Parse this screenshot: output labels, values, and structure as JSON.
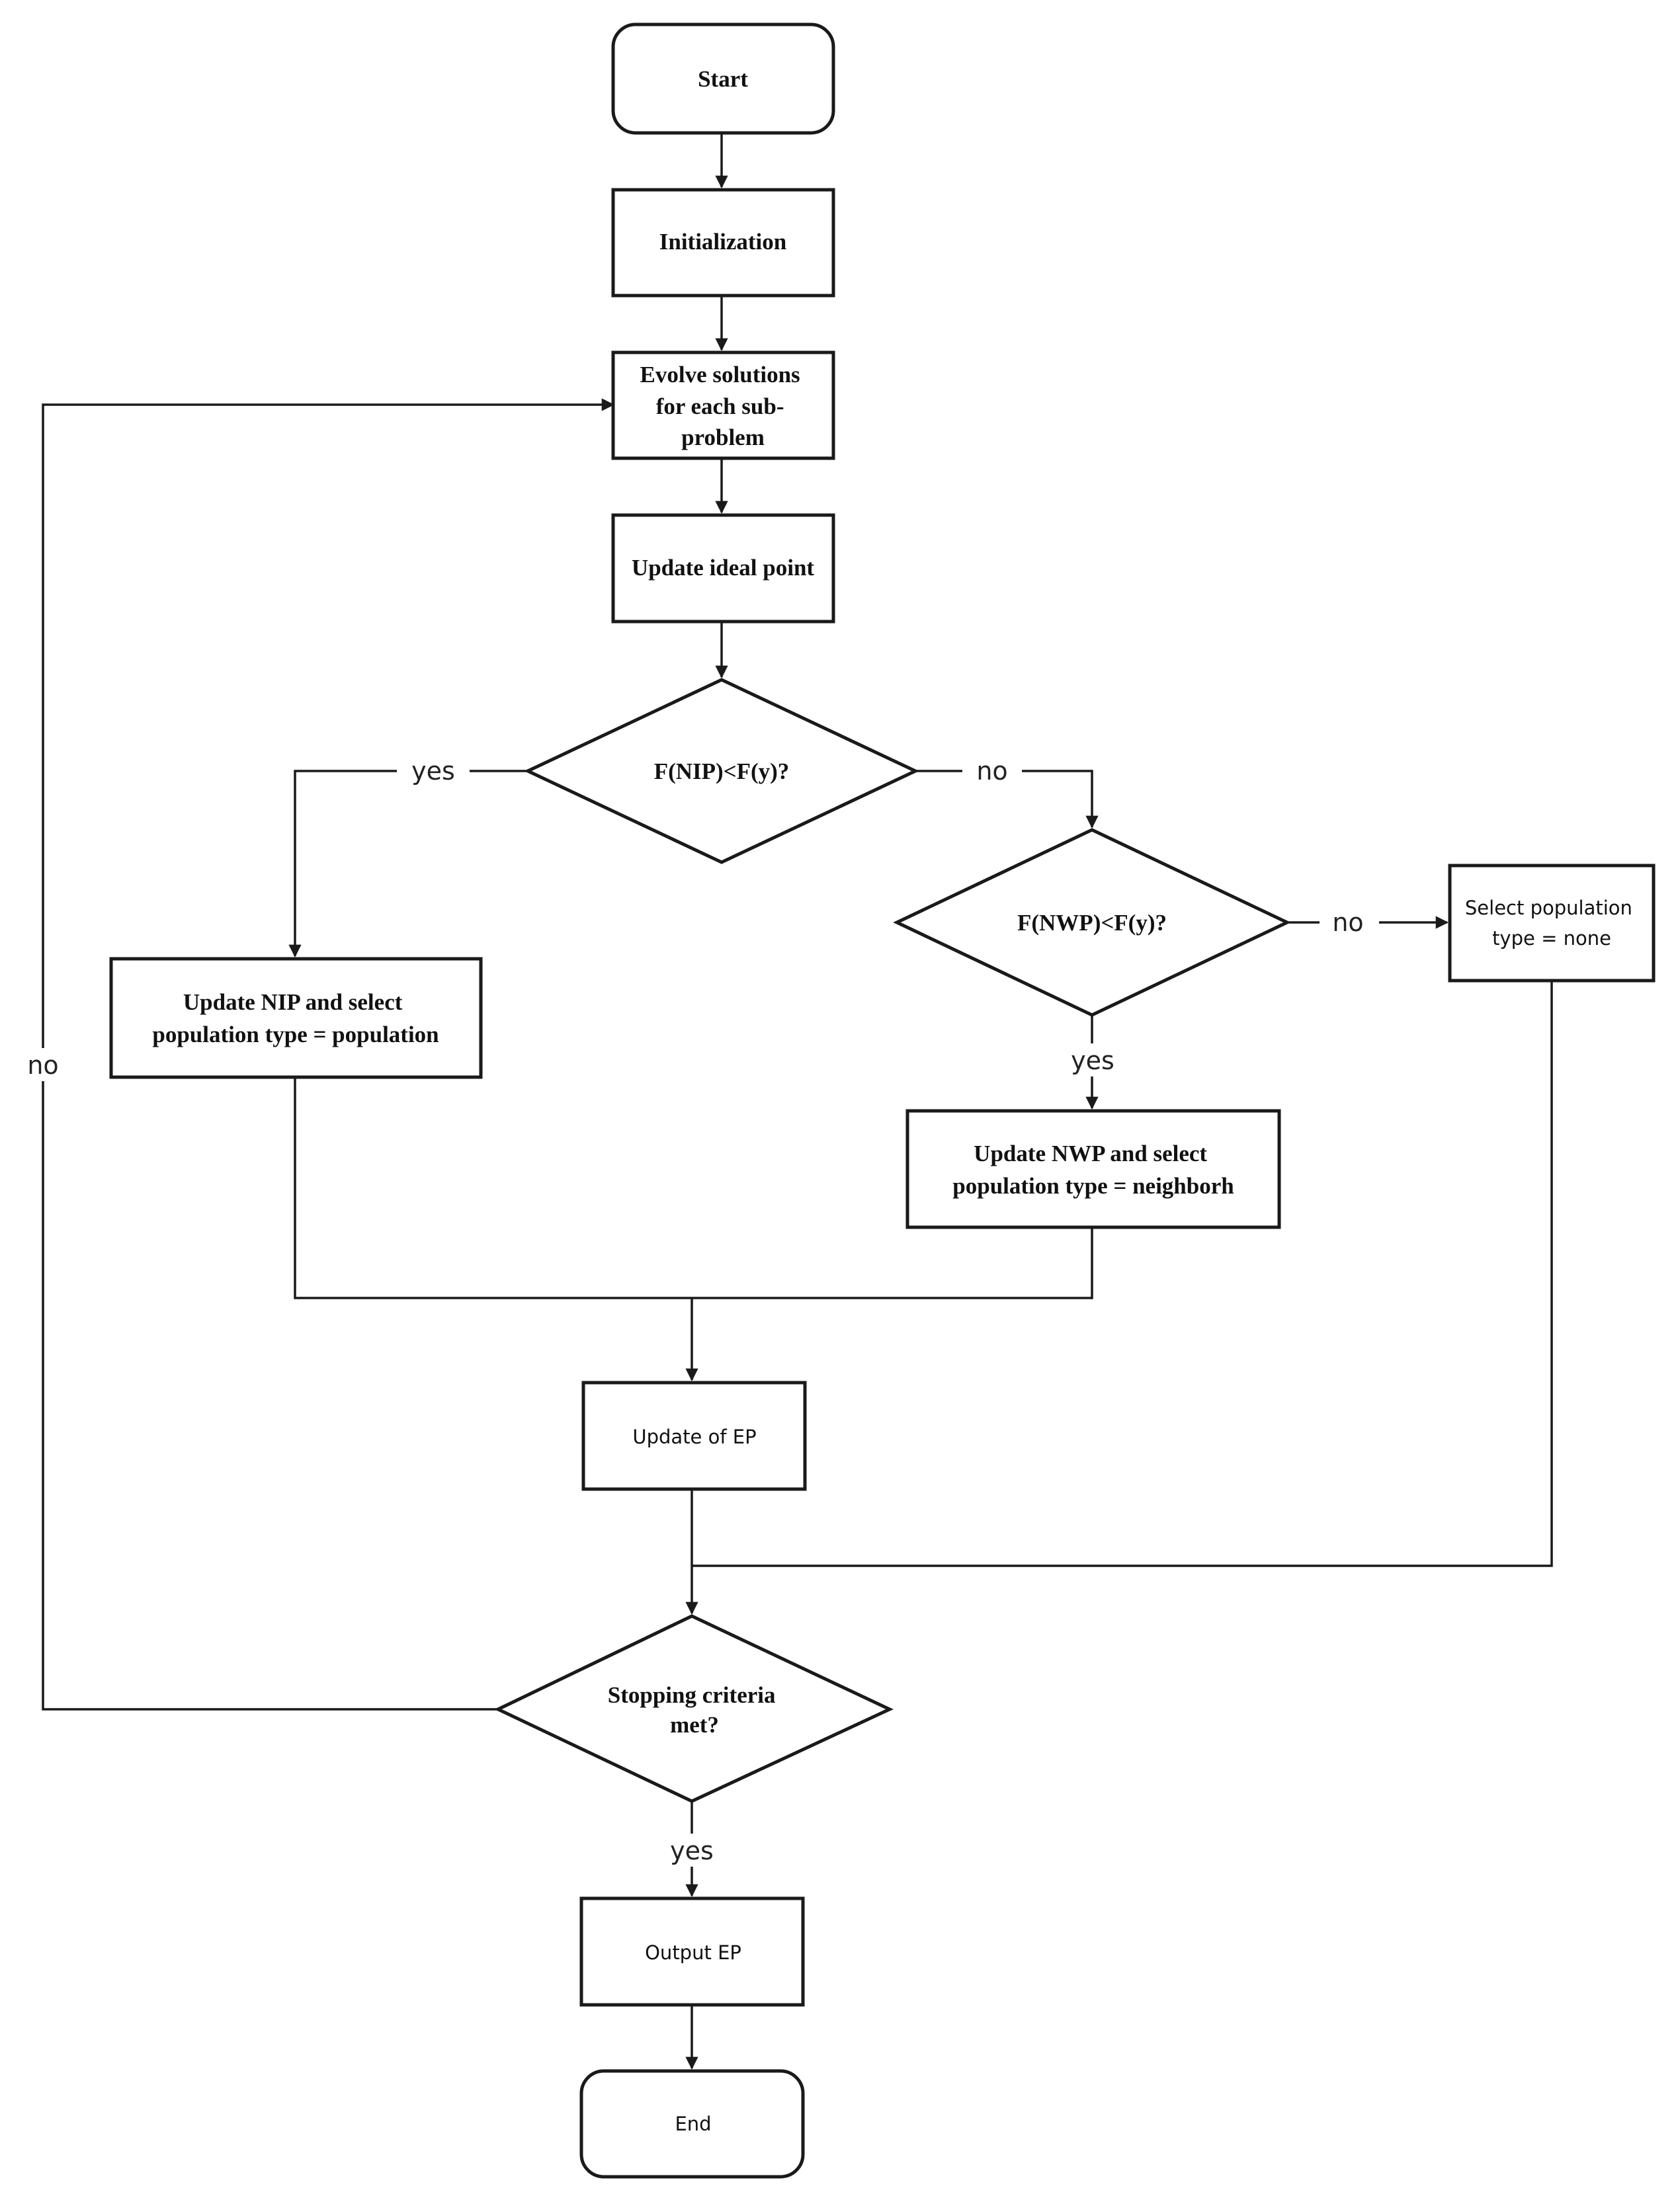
{
  "nodes": {
    "start": "Start",
    "init": "Initialization",
    "evolve": [
      "Evolve solutions",
      "for each sub-",
      "problem"
    ],
    "ideal": "Update ideal point",
    "nip_check": "F(NIP)<F(y)?",
    "nwp_check": "F(NWP)<F(y)?",
    "none_select": [
      "Select population",
      "type = none"
    ],
    "nip_update": [
      "Update NIP and select",
      "population type = population"
    ],
    "nwp_update": [
      "Update NWP and select",
      "population type = neighborh"
    ],
    "ep_update": "Update of EP",
    "stop_check": [
      "Stopping criteria",
      "met?"
    ],
    "output": "Output EP",
    "end": "End"
  },
  "edges": {
    "nip_yes": "yes",
    "nip_no": "no",
    "nwp_no": "no",
    "nwp_yes": "yes",
    "stop_no": "no",
    "stop_yes": "yes"
  }
}
